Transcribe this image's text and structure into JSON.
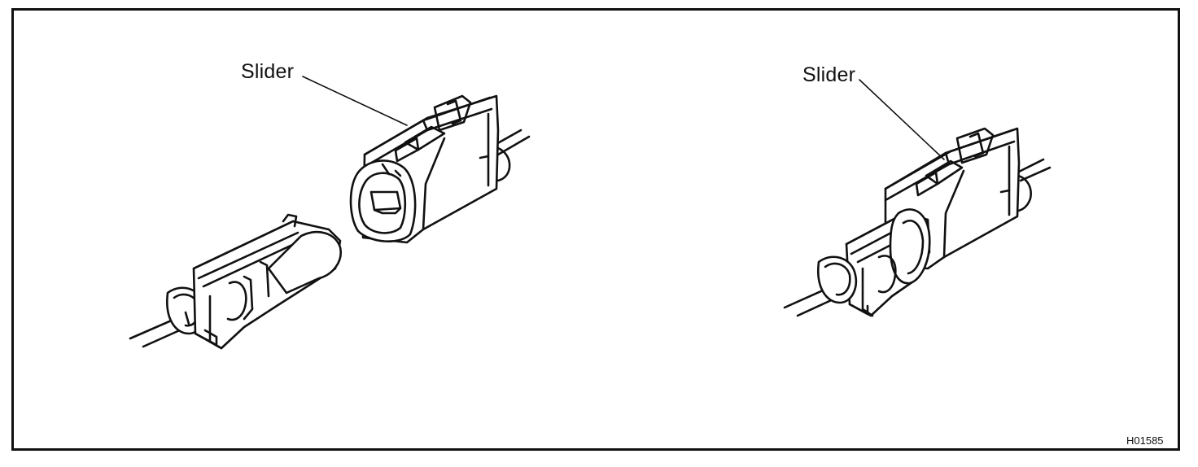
{
  "diagram": {
    "labels": {
      "left_slider": "Slider",
      "right_slider": "Slider"
    },
    "figure_code": "H01585",
    "colors": {
      "ink": "#111111",
      "background": "#ffffff"
    },
    "parts": [
      "female-connector-housing",
      "male-connector-housing",
      "mated-connector-assembly"
    ]
  }
}
